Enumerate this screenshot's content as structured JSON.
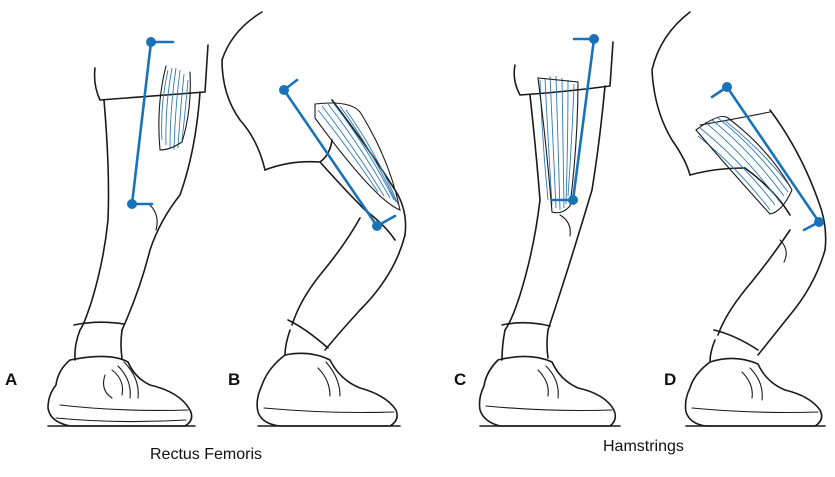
{
  "panels": [
    {
      "letter": "A"
    },
    {
      "letter": "B"
    },
    {
      "letter": "C"
    },
    {
      "letter": "D"
    }
  ],
  "captions": {
    "left": "Rectus Femoris",
    "right": "Hamstrings"
  },
  "colors": {
    "measure_line": "#1a73b8",
    "muscle": "#2f79b7",
    "ink": "#1a1a1a"
  }
}
